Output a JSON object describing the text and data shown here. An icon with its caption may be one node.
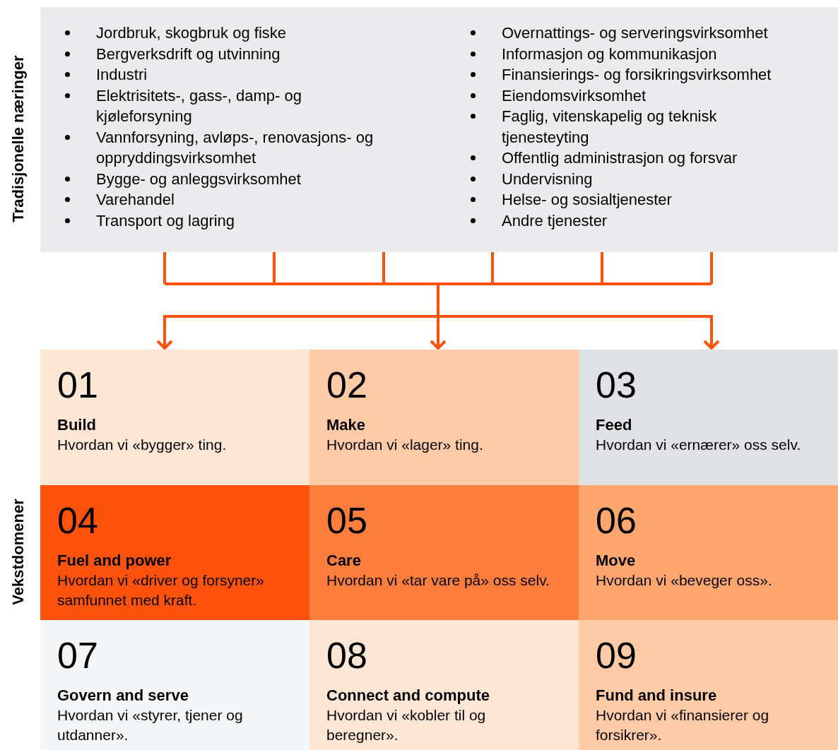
{
  "diagram": {
    "nodes": [
      {
        "text": [
          "Tradisjonelle næringer",
          "Jordbruk, skogbruk og fiske",
          "Bergverksdrift og utvinning",
          "Industri",
          "Elektrisitets-, gass-, damp- og kjøleforsyning",
          "Vannforsyning, avløps-, renovasjons- og oppryddingsvirksomhet",
          "Bygge- og anleggsvirksomhet",
          "Varehandel",
          "Transport og lagring",
          "Overnattings- og serveringsvirksomhet",
          "Informasjon og kommunikasjon",
          "Finansierings- og forsikringsvirksomhet",
          "Eiendomsvirksomhet",
          "Faglig, vitenskapelig og teknisk tjenesteyting",
          "Offentlig administrasjon og forsvar",
          "Undervisning",
          "Helse- og sosialtjenester",
          "Andre tjenester"
        ]
      },
      {
        "text": [
          "Vekstdomener"
        ]
      },
      {
        "text": [
          "01",
          "Build",
          "Hvordan vi «bygger» ting."
        ],
        "in": 1
      },
      {
        "text": [
          "02",
          "Make",
          "Hvordan vi «lager» ting."
        ],
        "in": 1
      },
      {
        "text": [
          "03",
          "Feed",
          "Hvordan vi «ernærer» oss selv."
        ],
        "in": 1
      },
      {
        "text": [
          "04",
          "Fuel and power",
          "Hvordan vi «driver og forsyner» samfunnet med kraft."
        ],
        "in": 1
      },
      {
        "text": [
          "05",
          "Care",
          "Hvordan vi «tar vare på» oss selv."
        ],
        "in": 1
      },
      {
        "text": [
          "06",
          "Move",
          "Hvordan vi «beveger oss»."
        ],
        "in": 1
      },
      {
        "text": [
          "07",
          "Govern and serve",
          "Hvordan vi «styrer, tjener og utdanner»."
        ],
        "in": 1
      },
      {
        "text": [
          "08",
          "Connect and compute",
          "Hvordan vi «kobler til og beregner»."
        ],
        "in": 1
      },
      {
        "text": [
          "09",
          "Fund and insure",
          "Hvordan vi «finansierer og forsikrer»."
        ],
        "in": 1
      }
    ],
    "edges": [
      {
        "from": 0,
        "to": 2,
        "arrow": "to"
      },
      {
        "from": 0,
        "to": 3,
        "arrow": "to"
      },
      {
        "from": 0,
        "to": 4,
        "arrow": "to"
      }
    ]
  }
}
